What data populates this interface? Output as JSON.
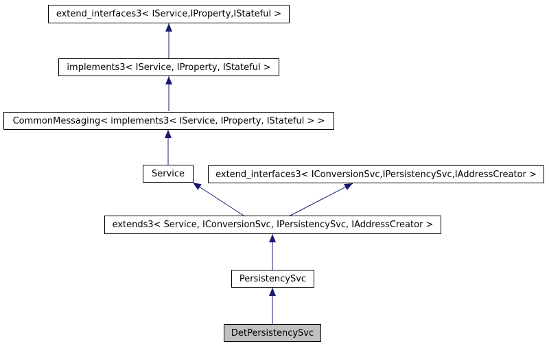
{
  "diagram": {
    "nodes": [
      {
        "id": "extend-interfaces3-iservice",
        "label": "extend_interfaces3< IService,IProperty,IStateful >",
        "highlighted": false
      },
      {
        "id": "implements3",
        "label": "implements3< IService, IProperty, IStateful >",
        "highlighted": false
      },
      {
        "id": "commonmessaging",
        "label": "CommonMessaging< implements3< IService, IProperty, IStateful > >",
        "highlighted": false
      },
      {
        "id": "service",
        "label": "Service",
        "highlighted": false
      },
      {
        "id": "extend-interfaces3-iconversionsvc",
        "label": "extend_interfaces3< IConversionSvc,IPersistencySvc,IAddressCreator >",
        "highlighted": false
      },
      {
        "id": "extends3",
        "label": "extends3< Service, IConversionSvc, IPersistencySvc, IAddressCreator >",
        "highlighted": false
      },
      {
        "id": "persistencysvc",
        "label": "PersistencySvc",
        "highlighted": false
      },
      {
        "id": "detpersistencysvc",
        "label": "DetPersistencySvc",
        "highlighted": true
      }
    ],
    "edges": [
      {
        "from": "implements3",
        "to": "extend-interfaces3-iservice"
      },
      {
        "from": "commonmessaging",
        "to": "implements3"
      },
      {
        "from": "service",
        "to": "commonmessaging"
      },
      {
        "from": "extends3",
        "to": "service"
      },
      {
        "from": "extends3",
        "to": "extend-interfaces3-iconversionsvc"
      },
      {
        "from": "persistencysvc",
        "to": "extends3"
      },
      {
        "from": "detpersistencysvc",
        "to": "persistencysvc"
      }
    ],
    "colors": {
      "edge": "#191970",
      "node_border": "#000000",
      "node_fill": "#ffffff",
      "highlight_fill": "#c0c0c0",
      "text": "#000000",
      "background": "#ffffff"
    }
  }
}
